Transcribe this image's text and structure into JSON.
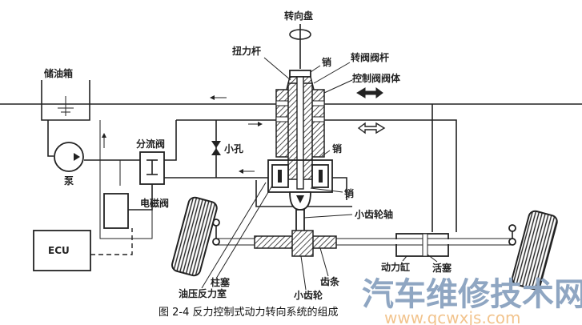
{
  "labels": {
    "steering_wheel": "转向盘",
    "torsion_bar": "扭力杆",
    "pin_top": "销",
    "rotary_valve_stem": "转阀阀杆",
    "control_valve_body": "控制阀阀体",
    "oil_reservoir": "储油箱",
    "flow_divider_valve": "分流阀",
    "orifice": "小孔",
    "pump": "泵",
    "pin_mid": "销",
    "solenoid_valve": "电磁阀",
    "pin_low": "销",
    "pinion_shaft": "小齿轮轴",
    "ecu": "ECU",
    "plunger": "柱塞",
    "hydraulic_reaction_chamber": "油压反力室",
    "pinion": "小齿轮",
    "rack": "齿条",
    "power_cylinder": "动力缸",
    "piston": "活塞"
  },
  "caption": "图 2-4 反力控制式动力转向系统的组成",
  "watermark": {
    "text": "汽车维修技术网",
    "url": "www.qcwxjs.com"
  }
}
